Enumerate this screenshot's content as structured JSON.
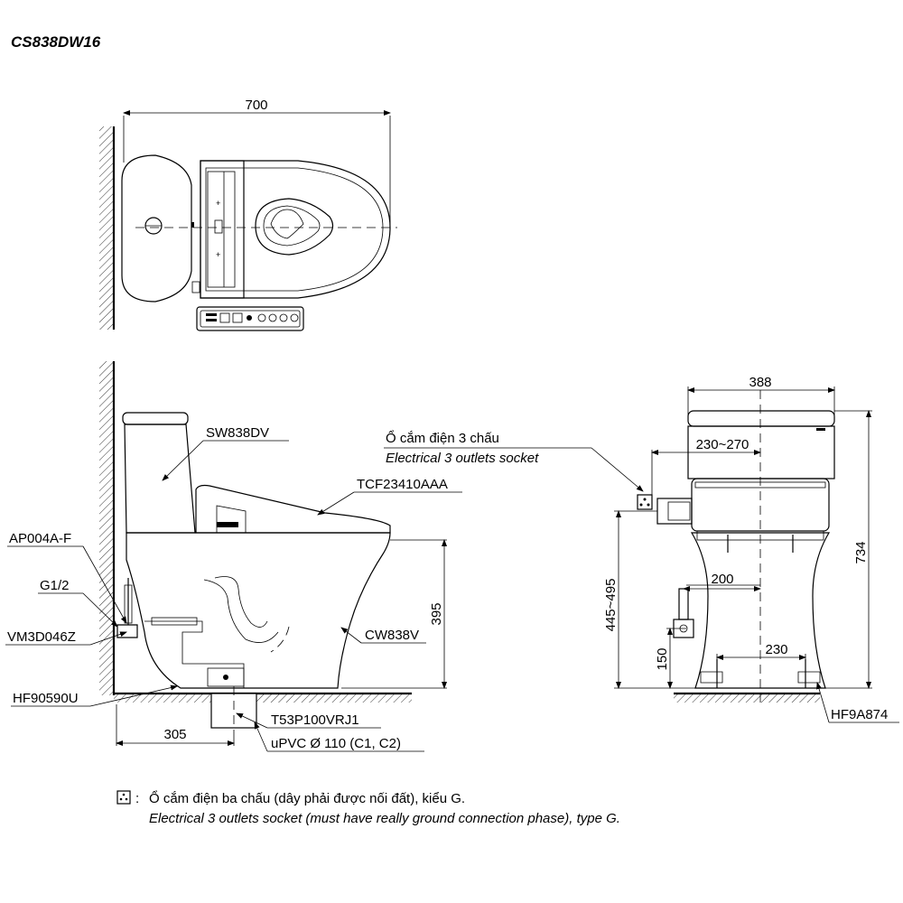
{
  "model_code": "CS838DW16",
  "dimensions": {
    "top_width": "700",
    "height_395": "395",
    "depth_305": "305",
    "side_width_388": "388",
    "range_230_270": "230~270",
    "height_734": "734",
    "range_445_495": "445~495",
    "dist_200": "200",
    "dist_230": "230",
    "height_150": "150"
  },
  "parts": {
    "tank": "SW838DV",
    "seat": "TCF23410AAA",
    "valve": "AP004A-F",
    "connector": "G1/2",
    "angle_valve": "VM3D046Z",
    "flange": "HF90590U",
    "bowl": "CW838V",
    "outlet": "T53P100VRJ1",
    "pipe": "uPVC Ø 110 (C1, C2)",
    "bolt": "HF9A874"
  },
  "socket": {
    "label_vi": "Ổ cắm điện 3 chấu",
    "label_en": "Electrical 3 outlets socket"
  },
  "note": {
    "vi": "Ổ cắm điện ba chấu (dây phải được nối đất), kiểu G.",
    "en": "Electrical 3 outlets socket (must have really ground connection phase), type G."
  }
}
